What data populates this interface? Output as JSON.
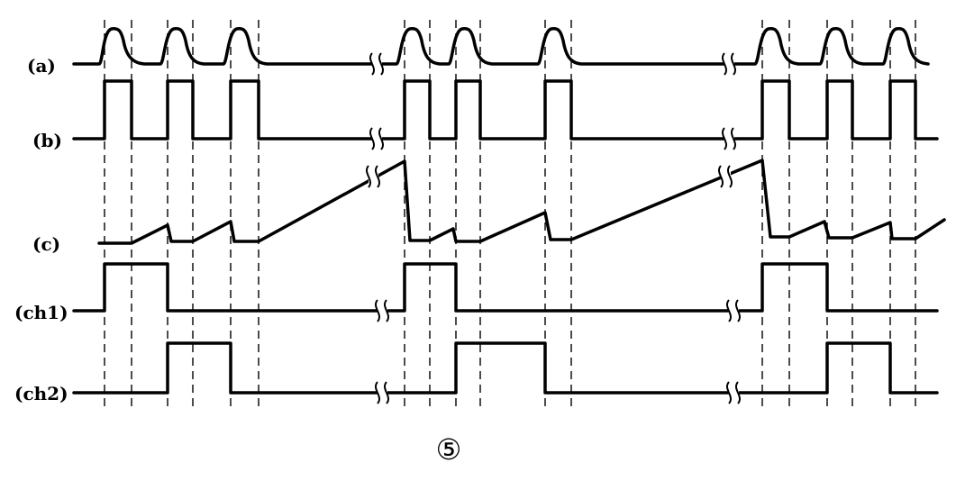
{
  "labels": {
    "a": "(a)",
    "b": "(b)",
    "c": "(c)",
    "ch1": "(ch1)",
    "ch2": "(ch2)"
  },
  "caption": "⑤",
  "colors": {
    "line": "#000000",
    "background": "#ffffff"
  }
}
